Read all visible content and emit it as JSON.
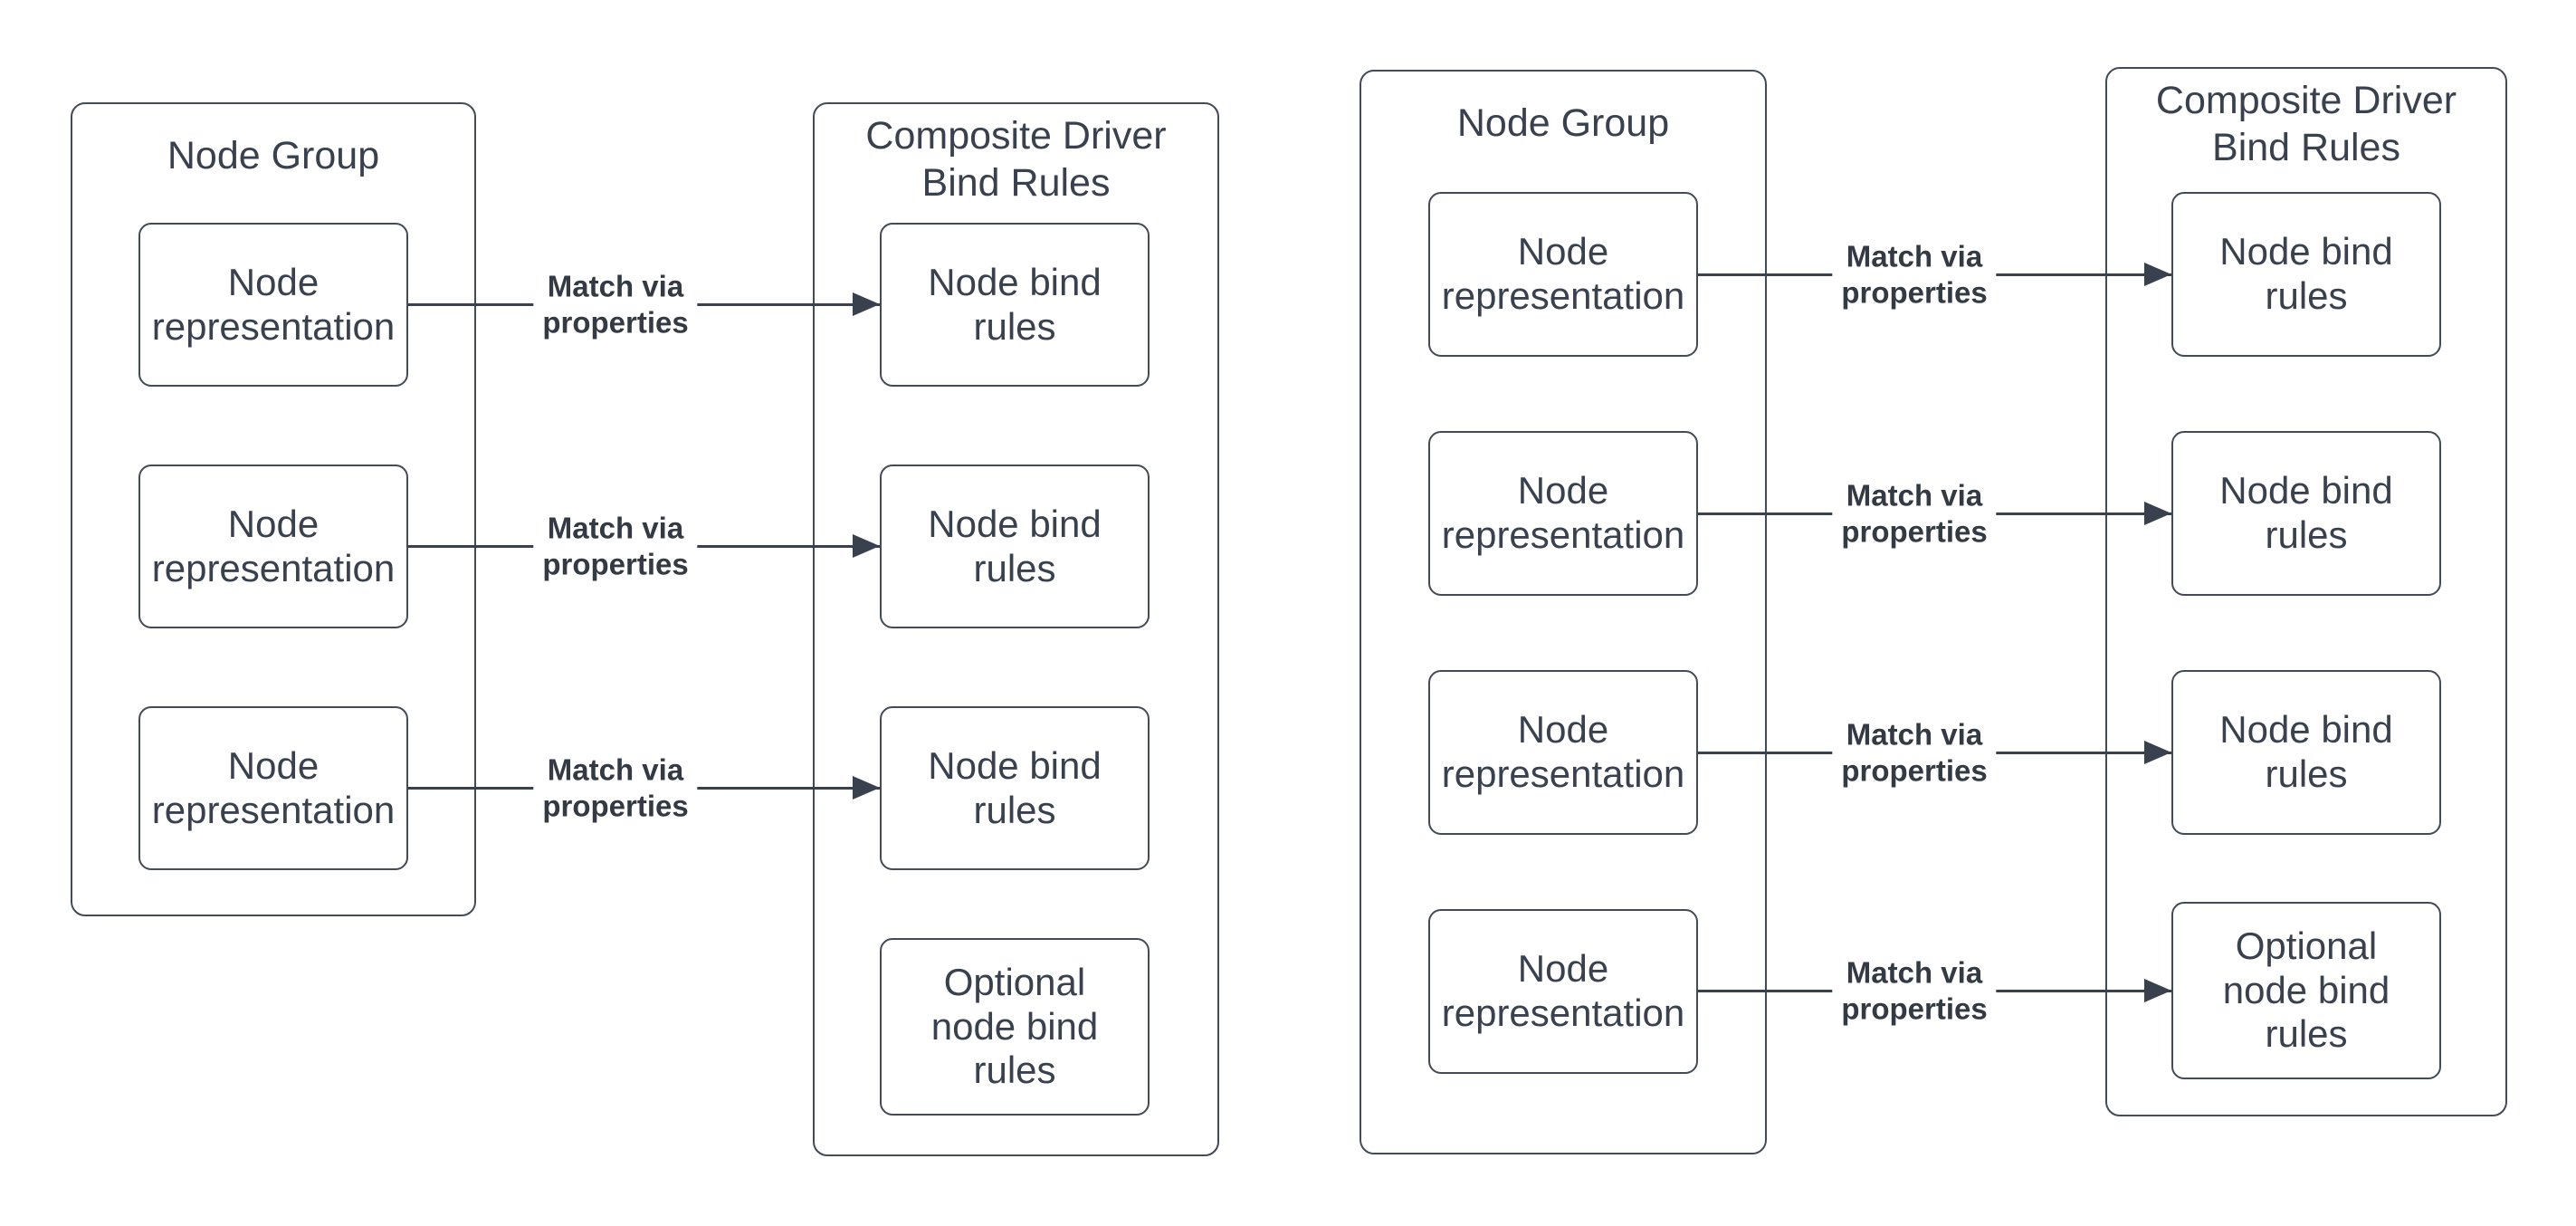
{
  "colors": {
    "background": "#ffffff",
    "stroke": "#434b57",
    "text": "#3a414e",
    "label_text": "#333a44"
  },
  "diagrams": [
    {
      "name": "left",
      "node_group": {
        "title": "Node Group",
        "items": [
          "Node\nrepresentation",
          "Node\nrepresentation",
          "Node\nrepresentation"
        ]
      },
      "composite": {
        "title": "Composite Driver\nBind Rules",
        "items": [
          "Node bind\nrules",
          "Node bind\nrules",
          "Node bind\nrules",
          "Optional\nnode bind\nrules"
        ]
      },
      "arrows": [
        {
          "label": "Match via\nproperties"
        },
        {
          "label": "Match via\nproperties"
        },
        {
          "label": "Match via\nproperties"
        }
      ]
    },
    {
      "name": "right",
      "node_group": {
        "title": "Node Group",
        "items": [
          "Node\nrepresentation",
          "Node\nrepresentation",
          "Node\nrepresentation",
          "Node\nrepresentation"
        ]
      },
      "composite": {
        "title": "Composite Driver\nBind Rules",
        "items": [
          "Node bind\nrules",
          "Node bind\nrules",
          "Node bind\nrules",
          "Optional\nnode bind\nrules"
        ]
      },
      "arrows": [
        {
          "label": "Match via\nproperties"
        },
        {
          "label": "Match via\nproperties"
        },
        {
          "label": "Match via\nproperties"
        },
        {
          "label": "Match via\nproperties"
        }
      ]
    }
  ]
}
